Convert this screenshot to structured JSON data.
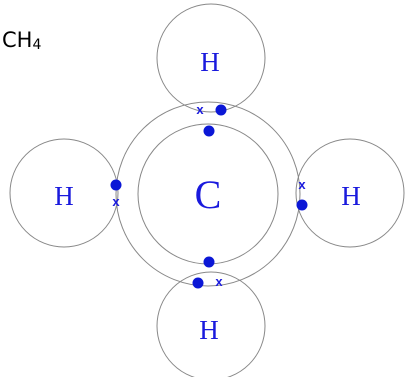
{
  "formula": {
    "element": "CH",
    "subscript": "4"
  },
  "atoms": {
    "center": "C",
    "top": "H",
    "left": "H",
    "right": "H",
    "bottom": "H"
  },
  "cross_symbol": "x",
  "colors": {
    "circle_stroke": "#888888",
    "atom_text": "#1a1add",
    "electron_dot": "#0b17d6",
    "formula_text": "#000000"
  }
}
